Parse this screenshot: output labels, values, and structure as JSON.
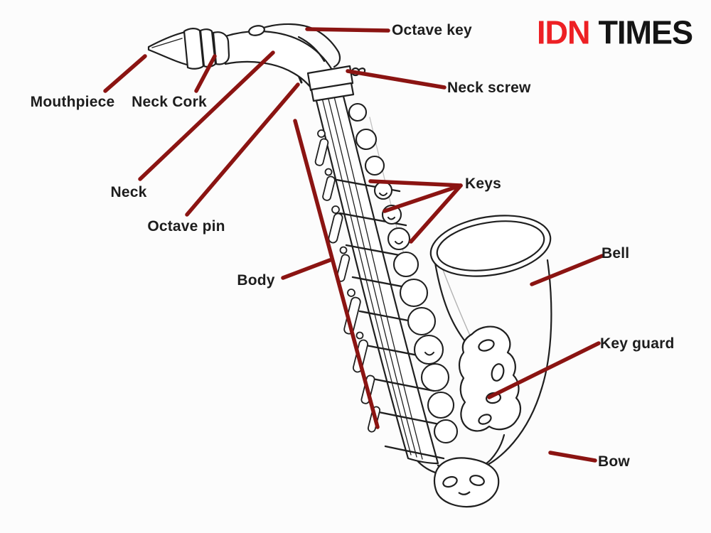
{
  "colors": {
    "leader_line": "#8b1412",
    "logo_red": "#ed2024",
    "label_text": "#1d1d1d",
    "illustration_stroke": "#1f1f1f",
    "background": "#fcfcfc"
  },
  "logo": {
    "part1": "IDN",
    "part2": "TIMES"
  },
  "diagram": {
    "subject": "saxophone",
    "labels": [
      {
        "id": "octave-key",
        "text": "Octave key"
      },
      {
        "id": "neck-screw",
        "text": "Neck screw"
      },
      {
        "id": "mouthpiece",
        "text": "Mouthpiece"
      },
      {
        "id": "neck-cork",
        "text": "Neck Cork"
      },
      {
        "id": "neck",
        "text": "Neck"
      },
      {
        "id": "octave-pin",
        "text": "Octave pin"
      },
      {
        "id": "keys",
        "text": "Keys"
      },
      {
        "id": "bell",
        "text": "Bell"
      },
      {
        "id": "body",
        "text": "Body"
      },
      {
        "id": "key-guard",
        "text": "Key guard"
      },
      {
        "id": "bow",
        "text": "Bow"
      }
    ]
  }
}
